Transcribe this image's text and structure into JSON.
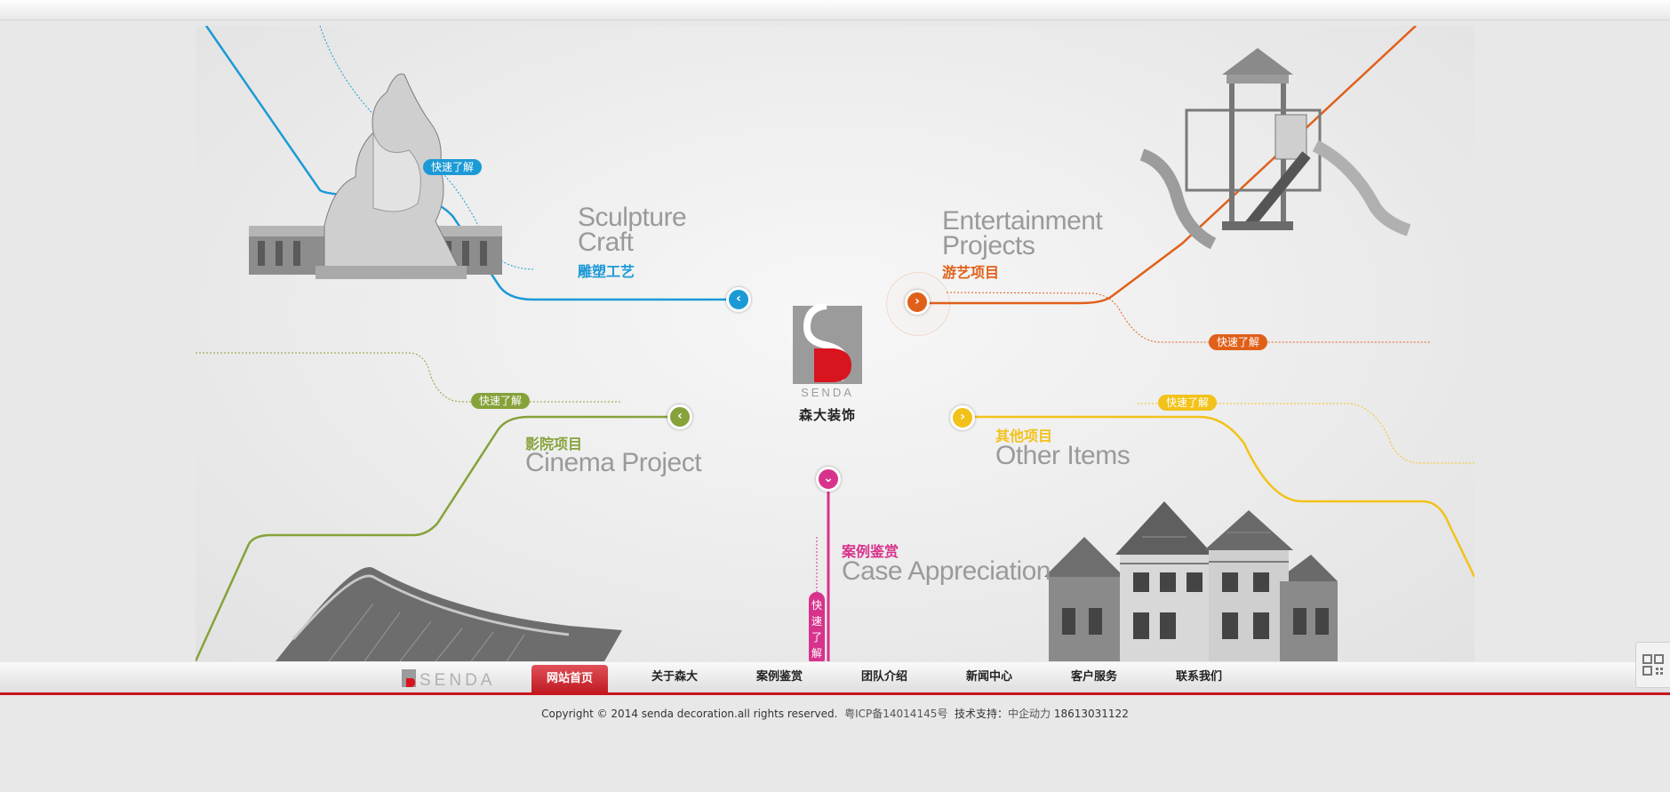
{
  "colors": {
    "sculpture": "#1c9ad6",
    "entertainment": "#e0601a",
    "cinema": "#86a23a",
    "other": "#f2c21a",
    "cases": "#d8338c",
    "brand_red": "#c9151e"
  },
  "sections": {
    "sculpture": {
      "en": "Sculpture\nCraft",
      "cn": "雕塑工艺",
      "more": "快速了解",
      "nav_icon": "chevron-left-icon"
    },
    "entertainment": {
      "en": "Entertainment\nProjects",
      "cn": "游艺项目",
      "more": "快速了解",
      "nav_icon": "chevron-right-icon"
    },
    "cinema": {
      "en": "Cinema Project",
      "cn": "影院项目",
      "more": "快速了解",
      "nav_icon": "chevron-left-icon"
    },
    "other": {
      "en": "Other Items",
      "cn": "其他项目",
      "more": "快速了解",
      "nav_icon": "chevron-right-icon"
    },
    "cases": {
      "en": "Case Appreciation",
      "cn": "案例鉴赏",
      "more": "快\n速\n了\n解",
      "nav_icon": "chevron-down-icon"
    }
  },
  "logo": {
    "wordmark": "SENDA",
    "cn_name": "森大装饰"
  },
  "nav": {
    "brand": "SENDA",
    "items": [
      {
        "label": "网站首页",
        "active": true
      },
      {
        "label": "关于森大"
      },
      {
        "label": "案例鉴赏"
      },
      {
        "label": "团队介绍"
      },
      {
        "label": "新闻中心"
      },
      {
        "label": "客户服务"
      },
      {
        "label": "联系我们"
      }
    ]
  },
  "footer": {
    "copyright": "Copyright © 2014 senda decoration.all rights reserved.",
    "icp": "粤ICP备14014145号",
    "tech_label": "技术支持：",
    "tech_company": "中企动力",
    "phone": "18613031122"
  }
}
